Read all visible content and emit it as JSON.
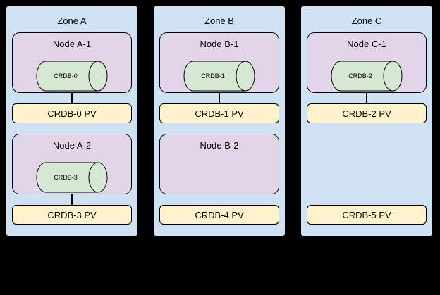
{
  "diagram": {
    "zones": [
      {
        "label": "Zone A",
        "nodes": [
          {
            "label": "Node A-1",
            "disk": "CRDB-0",
            "pv": "CRDB-0 PV"
          },
          {
            "label": "Node A-2",
            "disk": "CRDB-3",
            "pv": "CRDB-3 PV"
          }
        ]
      },
      {
        "label": "Zone B",
        "nodes": [
          {
            "label": "Node B-1",
            "disk": "CRDB-1",
            "pv": "CRDB-1 PV"
          },
          {
            "label": "Node B-2",
            "disk": null,
            "pv": "CRDB-4 PV"
          }
        ]
      },
      {
        "label": "Zone C",
        "nodes": [
          {
            "label": "Node C-1",
            "disk": "CRDB-2",
            "pv": "CRDB-2 PV"
          },
          {
            "label": null,
            "disk": null,
            "pv": "CRDB-5 PV"
          }
        ]
      }
    ],
    "colors": {
      "background": "#000000",
      "zone_fill": "#cfe2f3",
      "node_fill": "#e1d5e7",
      "disk_fill": "#d5e8d4",
      "pv_fill": "#fff2cc",
      "border": "#000000"
    }
  }
}
